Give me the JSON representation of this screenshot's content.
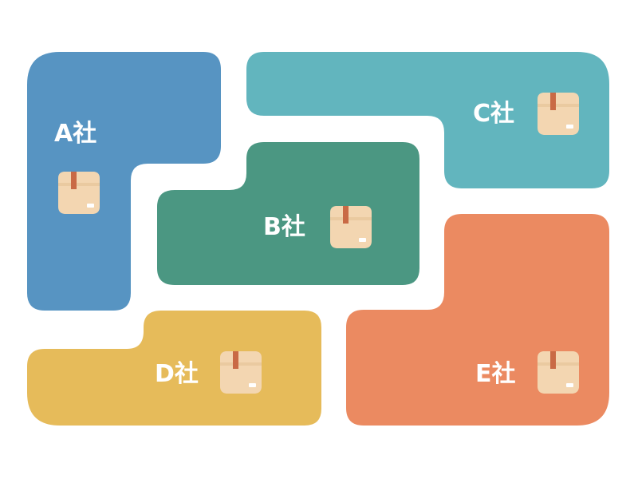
{
  "regions": [
    {
      "id": "a",
      "label": "A社",
      "color": "#5794C2",
      "icon": "package-box-icon"
    },
    {
      "id": "b",
      "label": "B社",
      "color": "#4B9782",
      "icon": "package-box-icon"
    },
    {
      "id": "c",
      "label": "C社",
      "color": "#62B5BE",
      "icon": "package-box-icon"
    },
    {
      "id": "d",
      "label": "D社",
      "color": "#E6BB5A",
      "icon": "package-box-icon"
    },
    {
      "id": "e",
      "label": "E社",
      "color": "#EB8A61",
      "icon": "package-box-icon"
    }
  ],
  "box_colors": {
    "body": "#F3D6B1",
    "flap": "#EACAA0",
    "tape": "#C96A45",
    "label": "#FFFFFF"
  }
}
